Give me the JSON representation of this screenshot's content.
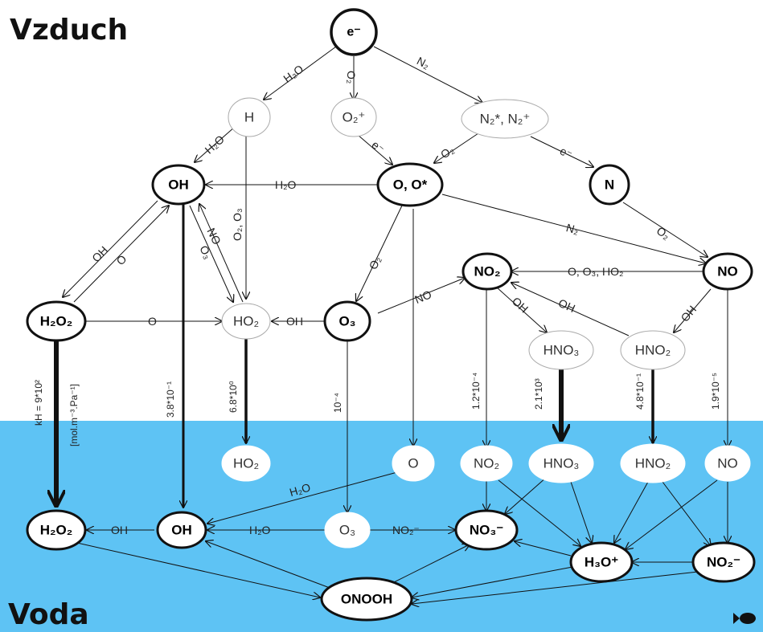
{
  "regions": {
    "air": "Vzduch",
    "water": "Voda"
  },
  "colors": {
    "water": "#5ec3f4",
    "node_fill": "#ffffff",
    "stroke": "#111111",
    "faint_stroke": "#9a9a9a"
  },
  "nodes": {
    "e": "e⁻",
    "H": "H",
    "O2plus": "O₂⁺",
    "N2star": "N₂*, N₂⁺",
    "OH_air": "OH",
    "O_air": "O, O*",
    "N": "N",
    "NO2_air": "NO₂",
    "NO_air": "NO",
    "H2O2_air": "H₂O₂",
    "HO2_air": "HO₂",
    "O3_air": "O₃",
    "HNO3_air": "HNO₃",
    "HNO2_air": "HNO₂",
    "HO2_w": "HO₂",
    "O_w": "O",
    "NO2_w": "NO₂",
    "HNO3_w": "HNO₃",
    "HNO2_w": "HNO₂",
    "NO_w": "NO",
    "H2O2_w": "H₂O₂",
    "OH_w": "OH",
    "O3_w": "O₃",
    "NO3m": "NO₃⁻",
    "H3Op": "H₃O⁺",
    "NO2m": "NO₂⁻",
    "ONOOH": "ONOOH"
  },
  "labels": {
    "e_H2O": "H₂O",
    "e_O2": "O₂",
    "e_N2": "N₂",
    "H_H2O": "H₂O",
    "H_O2O3": "O₂, O₃",
    "O2p_e": "e⁻",
    "N2_O2": "O₂",
    "N2_e": "e⁻",
    "O_H2O": "H₂O",
    "O_N2": "N₂",
    "N_O2": "O₂",
    "O_O2": "O₂",
    "OH_OH": "OH",
    "OH_O": "O",
    "OH_NO": "NO",
    "OH_O3": "O₃",
    "H2O2_O": "O",
    "O3_OH": "OH",
    "O3_NO": "NO",
    "NO_list": "O, O₃, HO₂",
    "NO2_OH": "OH",
    "HNO2_OH": "OH",
    "NO_OH": "OH",
    "kH_H2O2": "kH = 9*10²",
    "kH_unit": "[mol.m⁻³.Pa⁻¹]",
    "kH_OH": "3.8*10⁻¹",
    "kH_HO2": "6.8*10⁰",
    "kH_O3": "10⁻⁴",
    "kH_NO2": "1.2*10⁻⁴",
    "kH_HNO3": "2.1*10³",
    "kH_HNO2": "4.8*10⁻¹",
    "kH_NO": "1.9*10⁻⁵",
    "w_H2O": "H₂O",
    "w_OH": "OH",
    "w_H2O_b": "H₂O",
    "w_NO2m": "NO₂⁻"
  }
}
